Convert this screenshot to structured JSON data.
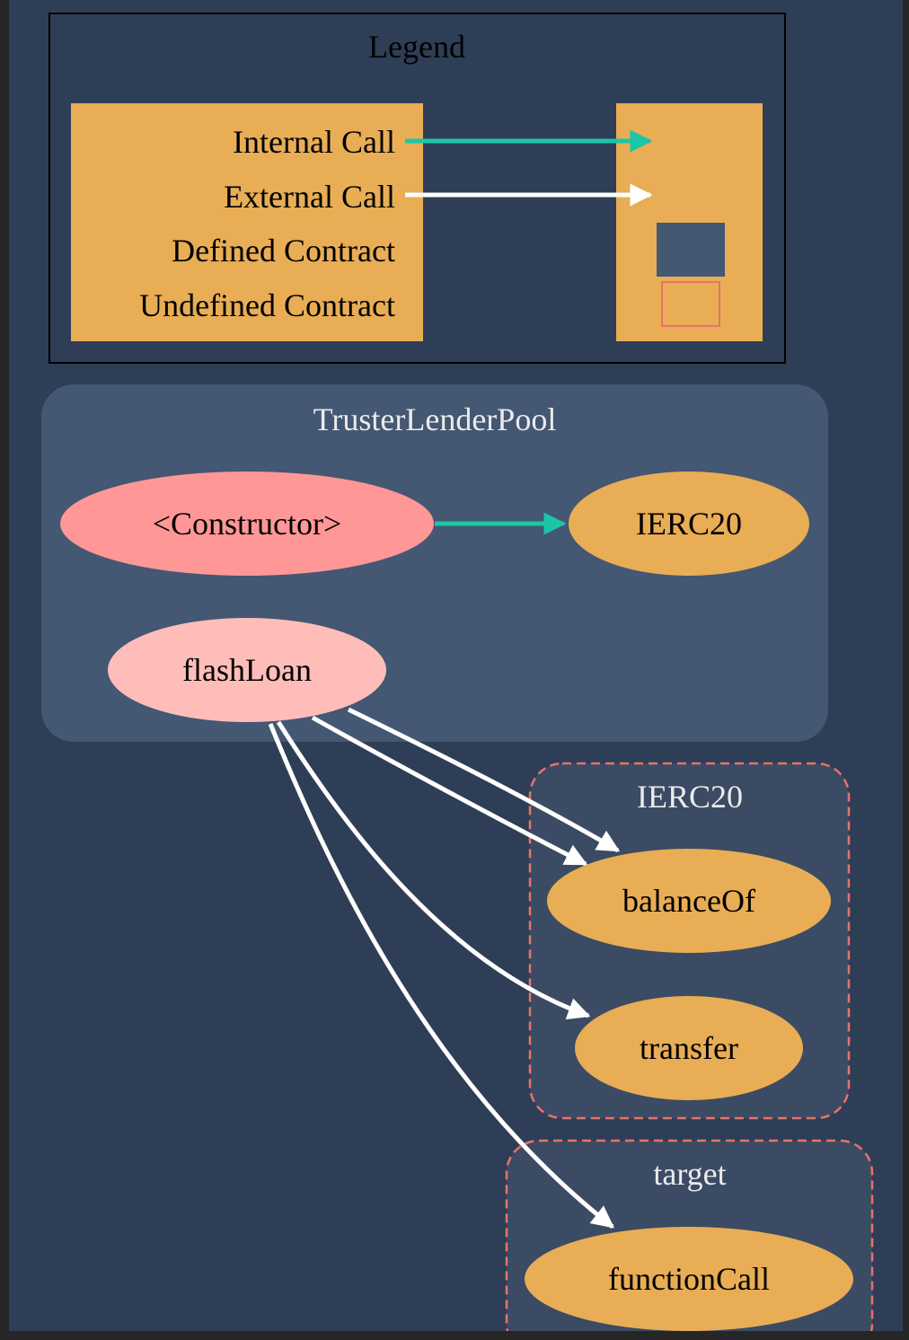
{
  "legend": {
    "title": "Legend",
    "items": [
      "Internal Call",
      "External Call",
      "Defined Contract",
      "Undefined Contract"
    ]
  },
  "clusters": {
    "main": {
      "title": "TrusterLenderPool"
    },
    "ierc20": {
      "title": "IERC20"
    },
    "target": {
      "title": "target"
    }
  },
  "nodes": {
    "constructor": "<Constructor>",
    "ierc20_main": "IERC20",
    "flashloan": "flashLoan",
    "balanceof": "balanceOf",
    "transfer": "transfer",
    "functioncall": "functionCall"
  },
  "colors": {
    "background": "#2e3e56",
    "cluster_defined": "#445773",
    "cluster_undefined": "#3b4b63",
    "node_orange": "#e8ad55",
    "node_constructor": "#ff9797",
    "node_public": "#ffbdb9",
    "internal_call": "#1bc6a6",
    "external_call": "#ffffff",
    "undefined_border": "#e8726d"
  }
}
